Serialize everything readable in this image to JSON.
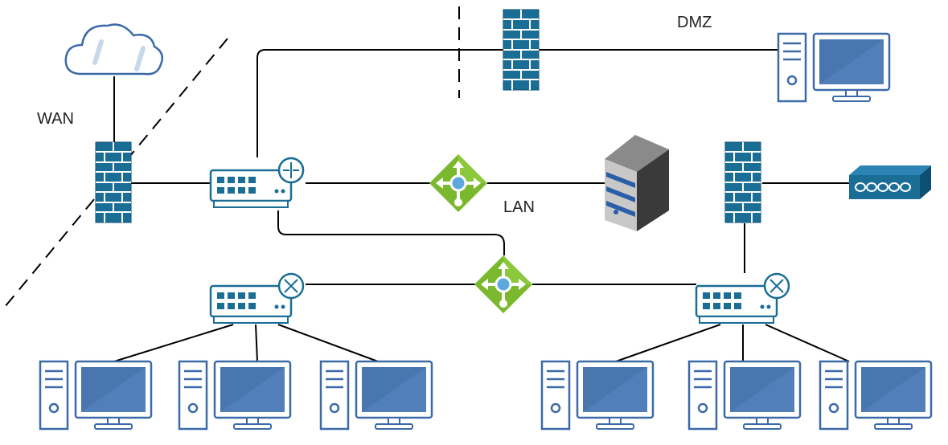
{
  "labels": {
    "wan": "WAN",
    "dmz": "DMZ",
    "lan": "LAN"
  },
  "colors": {
    "link": "#000000",
    "device_blue": "#1a6e96",
    "device_dark": "#0d4f72",
    "monitor_frame": "#3b6aa8",
    "monitor_screen": "#4a76b0",
    "pc_body": "#ffffff",
    "lb_green": "#7ab92e",
    "lb_dot": "#5da8dc",
    "server_dark": "#3a3a3a",
    "server_stripe": "#2a5fa8"
  },
  "icons": [
    "cloud-icon",
    "firewall-icon",
    "switch-icon",
    "router-icon",
    "load-balancer-icon",
    "server-icon",
    "desktop-pc-icon",
    "vpn-gateway-icon"
  ]
}
